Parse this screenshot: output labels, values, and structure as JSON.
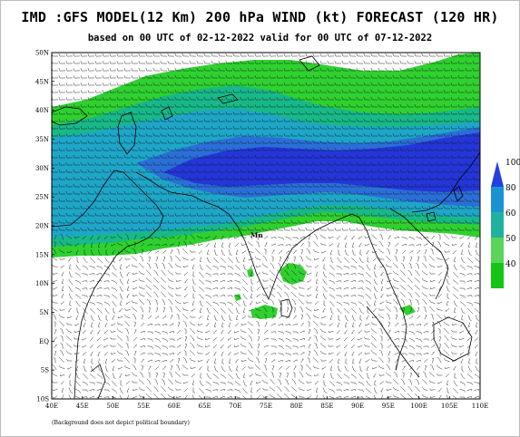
{
  "title": "IMD :GFS MODEL(12 Km) 200 hPa WIND (kt) FORECAST (120 HR)",
  "subtitle": "based on 00 UTC of 02-12-2022 valid for 00 UTC of 07-12-2022",
  "footnote": "(Background does not depict political boundary)",
  "city_label": "Mn",
  "map": {
    "lon_range": [
      40,
      110
    ],
    "lat_range": [
      -10,
      50
    ],
    "lon_ticks": [
      "40E",
      "45E",
      "50E",
      "55E",
      "60E",
      "65E",
      "70E",
      "75E",
      "80E",
      "85E",
      "90E",
      "95E",
      "100E",
      "105E",
      "110E"
    ],
    "lat_ticks": [
      "10S",
      "5S",
      "EQ",
      "5N",
      "10N",
      "15N",
      "20N",
      "25N",
      "30N",
      "35N",
      "40N",
      "45N",
      "50N"
    ]
  },
  "colorbar": {
    "labels": [
      "40",
      "50",
      "60",
      "80",
      "100"
    ],
    "colors": [
      "#15c515",
      "#5ad45a",
      "#1fb2a0",
      "#1b93d2",
      "#2340e0"
    ]
  },
  "shading": {
    "level_40_50": "#2fd02f",
    "level_50_60": "#18b888",
    "level_60_80": "#1ea6c8",
    "level_80_100": "#2a6fd8",
    "level_100": "#2436d8"
  }
}
